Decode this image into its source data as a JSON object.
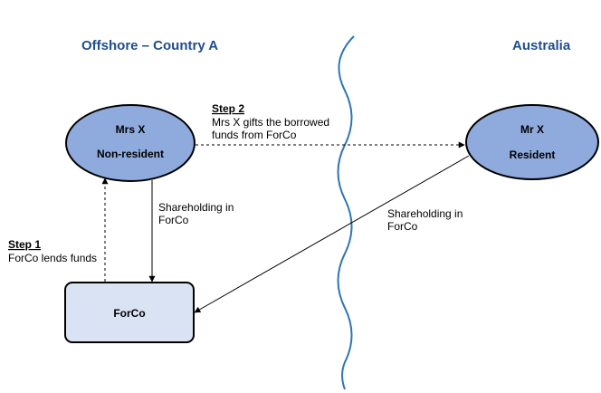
{
  "regions": {
    "left_title": "Offshore – Country A",
    "right_title": "Australia"
  },
  "nodes": {
    "mrs_x": {
      "name": "Mrs X",
      "status": "Non-resident"
    },
    "mr_x": {
      "name": "Mr X",
      "status": "Resident"
    },
    "forco": {
      "name": "ForCo"
    }
  },
  "steps": {
    "step1": {
      "title": "Step 1",
      "text": "ForCo lends funds"
    },
    "step2": {
      "title": "Step 2",
      "line1": "Mrs X gifts the borrowed",
      "line2": "funds from ForCo"
    }
  },
  "labels": {
    "mrs_shareholding_line1": "Shareholding in",
    "mrs_shareholding_line2": "ForCo",
    "mr_shareholding_line1": "Shareholding in",
    "mr_shareholding_line2": "ForCo"
  },
  "colors": {
    "person_fill": "#8faadc",
    "company_fill": "#dae3f3",
    "border_wave": "#2e75b6",
    "title": "#1f4e8c"
  }
}
